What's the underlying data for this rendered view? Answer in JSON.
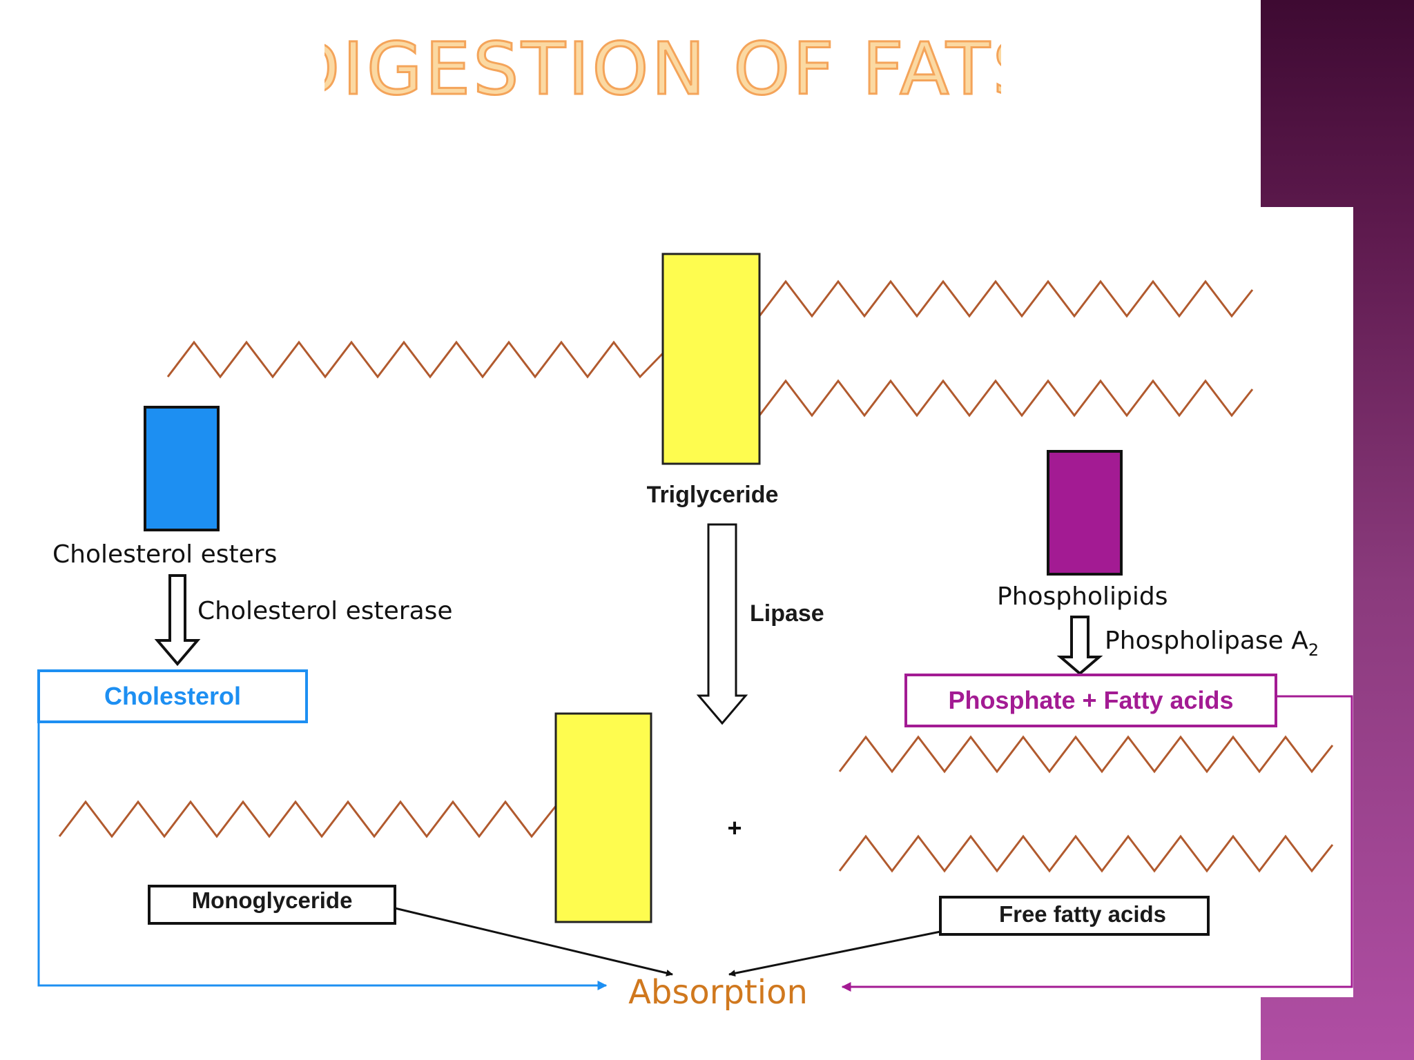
{
  "title": "DIGESTION OF FATS",
  "colors": {
    "title_fill": "#fbd9a2",
    "title_stroke": "#f4a45a",
    "chain": "#b15a2e",
    "glycerol_yellow": "#fefc4f",
    "cholesterol_blue": "#1d8ff2",
    "phospho_purple": "#a31b93",
    "absorption_orange": "#d0781e",
    "side_panel": "#8a3a7c"
  },
  "labels": {
    "triglyceride": "Triglyceride",
    "lipase": "Lipase",
    "cholesterol_esters": "Cholesterol esters",
    "cholesterol_esterase": "Cholesterol esterase",
    "cholesterol": "Cholesterol",
    "phospholipids": "Phospholipids",
    "phospholipase": "Phospholipase A",
    "phospholipase_sub": "2",
    "phosphate_fatty": "Phosphate + Fatty acids",
    "monoglyceride": "Monoglyceride",
    "plus": "+",
    "free_fatty_acids": "Free fatty acids",
    "absorption": "Absorption"
  }
}
